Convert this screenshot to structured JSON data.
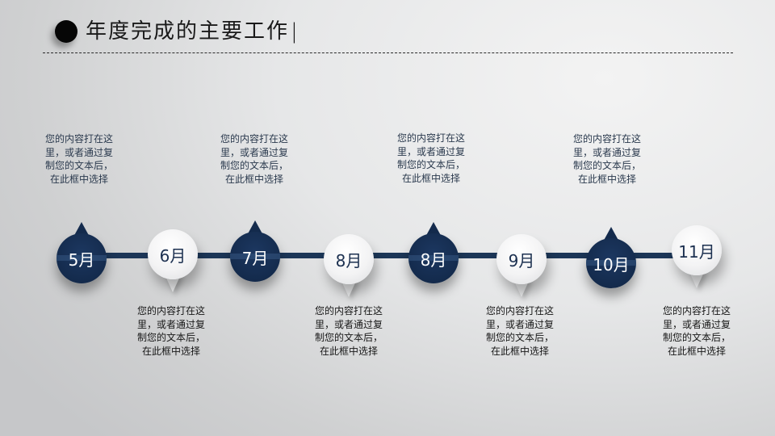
{
  "header": {
    "title": "年度完成的主要工作",
    "title_suffix": "|"
  },
  "colors": {
    "accent_dark": "#142b4d",
    "timeline_line": "#1c3657",
    "light_node": "#f3f3f4",
    "background_light": "#f3f3f3",
    "background_dark": "#c6c7c9"
  },
  "timeline": {
    "nodes": [
      {
        "label": "5月",
        "style": "dark",
        "text_position": "above",
        "description": "您的内容打在这里，或者通过复制您的文本后，在此框中选择"
      },
      {
        "label": "6月",
        "style": "light",
        "text_position": "below",
        "description": "您的内容打在这里，或者通过复制您的文本后，在此框中选择"
      },
      {
        "label": "7月",
        "style": "dark",
        "text_position": "above",
        "description": "您的内容打在这里，或者通过复制您的文本后，在此框中选择"
      },
      {
        "label": "8月",
        "style": "light",
        "text_position": "below",
        "description": "您的内容打在这里，或者通过复制您的文本后，在此框中选择"
      },
      {
        "label": "8月",
        "style": "dark",
        "text_position": "above",
        "description": "您的内容打在这里，或者通过复制您的文本后，在此框中选择"
      },
      {
        "label": "9月",
        "style": "light",
        "text_position": "below",
        "description": "您的内容打在这里，或者通过复制您的文本后，在此框中选择"
      },
      {
        "label": "10月",
        "style": "dark",
        "text_position": "above",
        "description": "您的内容打在这里，或者通过复制您的文本后，在此框中选择"
      },
      {
        "label": "11月",
        "style": "light",
        "text_position": "below",
        "description": "您的内容打在这里，或者通过复制您的文本后，在此框中选择"
      }
    ]
  }
}
